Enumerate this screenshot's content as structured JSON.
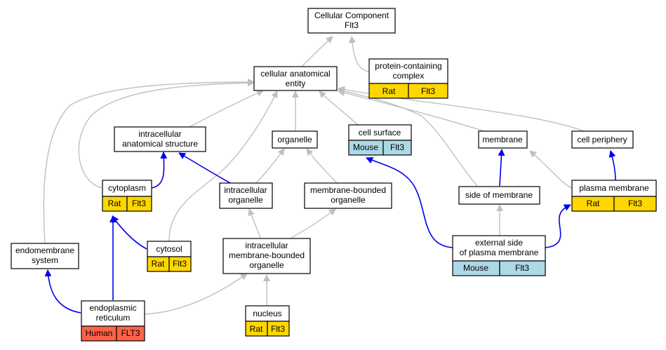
{
  "title": {
    "line1": "Cellular Component",
    "line2": "Flt3"
  },
  "colors": {
    "rat": "#ffd700",
    "mouse": "#add8e6",
    "human": "#ff6347",
    "is_a_edge": "#c0c0c0",
    "part_of_edge": "#0000ee"
  },
  "nodes": {
    "protein_containing_complex": {
      "line1": "protein-containing",
      "line2": "complex",
      "species": "Rat",
      "gene": "Flt3"
    },
    "cellular_anatomical_entity": {
      "line1": "cellular anatomical",
      "line2": "entity"
    },
    "intracellular_anatomical_structure": {
      "line1": "intracellular",
      "line2": "anatomical structure"
    },
    "organelle": {
      "line1": "organelle"
    },
    "cell_surface": {
      "line1": "cell surface",
      "species": "Mouse",
      "gene": "Flt3"
    },
    "membrane": {
      "line1": "membrane"
    },
    "cell_periphery": {
      "line1": "cell periphery"
    },
    "cytoplasm": {
      "line1": "cytoplasm",
      "species": "Rat",
      "gene": "Flt3"
    },
    "intracellular_organelle": {
      "line1": "intracellular",
      "line2": "organelle"
    },
    "membrane_bounded_organelle": {
      "line1": "membrane-bounded",
      "line2": "organelle"
    },
    "side_of_membrane": {
      "line1": "side of membrane"
    },
    "plasma_membrane": {
      "line1": "plasma membrane",
      "species": "Rat",
      "gene": "Flt3"
    },
    "endomembrane_system": {
      "line1": "endomembrane",
      "line2": "system"
    },
    "cytosol": {
      "line1": "cytosol",
      "species": "Rat",
      "gene": "Flt3"
    },
    "intracellular_membrane_bounded_organelle": {
      "line1": "intracellular",
      "line2": "membrane-bounded",
      "line3": "organelle"
    },
    "external_side_of_plasma_membrane": {
      "line1": "external side",
      "line2": "of plasma membrane",
      "species": "Mouse",
      "gene": "Flt3"
    },
    "endoplasmic_reticulum": {
      "line1": "endoplasmic",
      "line2": "reticulum",
      "species": "Human",
      "gene": "FLT3"
    },
    "nucleus": {
      "line1": "nucleus",
      "species": "Rat",
      "gene": "Flt3"
    }
  }
}
